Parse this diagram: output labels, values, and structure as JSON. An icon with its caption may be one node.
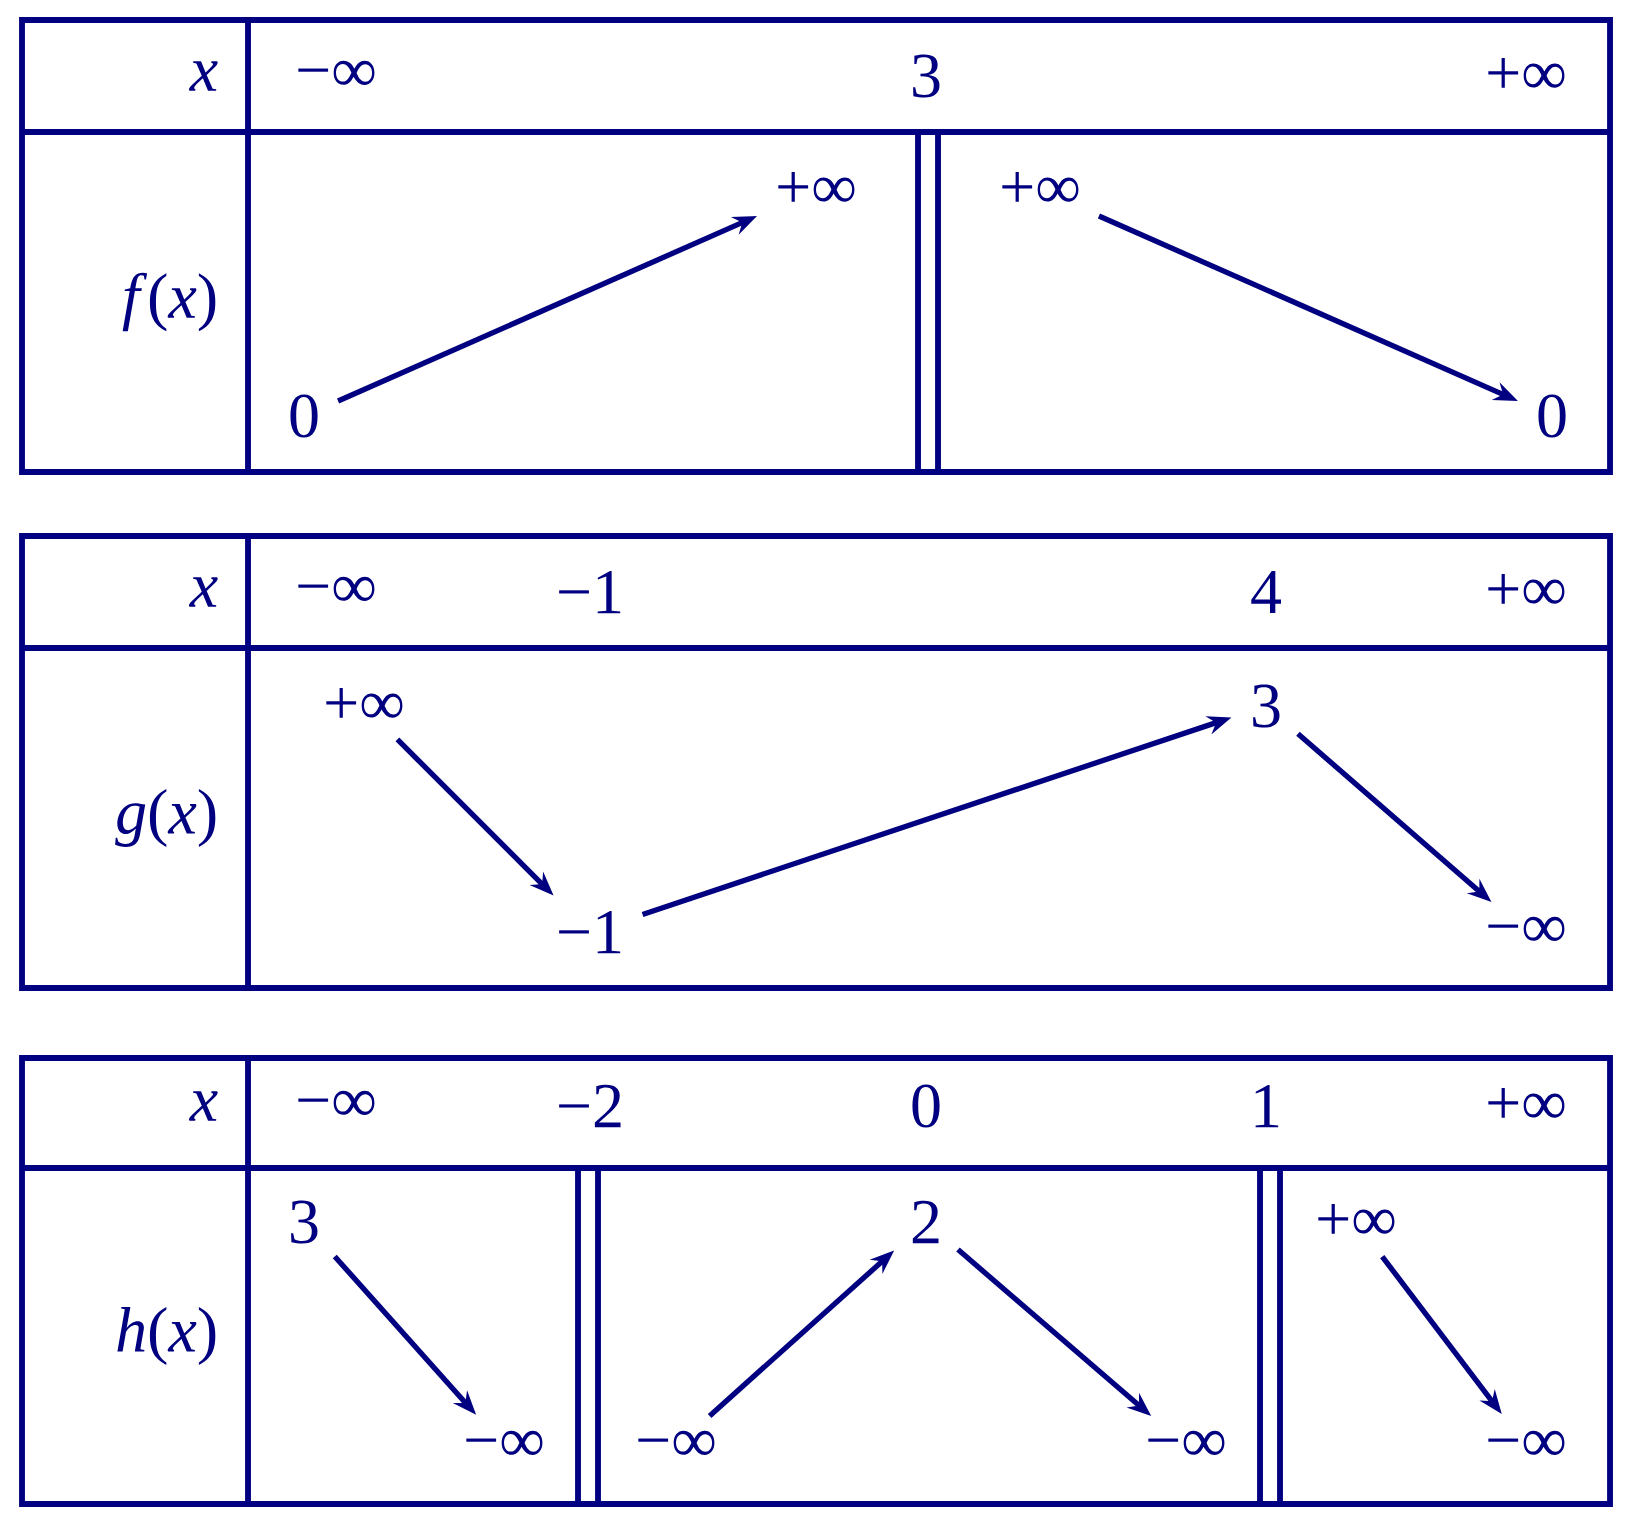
{
  "diagram": {
    "nodes": [
      {
        "text": [
          "0"
        ]
      },
      {
        "text": [
          "+∞"
        ]
      },
      {
        "text": [
          "+∞"
        ]
      },
      {
        "text": [
          "0"
        ]
      },
      {
        "text": [
          "+∞"
        ]
      },
      {
        "text": [
          "−1"
        ]
      },
      {
        "text": [
          "3"
        ]
      },
      {
        "text": [
          "−∞"
        ]
      },
      {
        "text": [
          "3"
        ]
      },
      {
        "text": [
          "−∞"
        ]
      },
      {
        "text": [
          "−∞"
        ]
      },
      {
        "text": [
          "2"
        ]
      },
      {
        "text": [
          "−∞"
        ]
      },
      {
        "text": [
          "+∞"
        ]
      },
      {
        "text": [
          "−∞"
        ]
      }
    ],
    "edges": [
      {
        "from": 0,
        "to": 1,
        "arrow": "to"
      },
      {
        "from": 2,
        "to": 3,
        "arrow": "to"
      },
      {
        "from": 4,
        "to": 5,
        "arrow": "to"
      },
      {
        "from": 5,
        "to": 6,
        "arrow": "to"
      },
      {
        "from": 6,
        "to": 7,
        "arrow": "to"
      },
      {
        "from": 8,
        "to": 9,
        "arrow": "to"
      },
      {
        "from": 10,
        "to": 11,
        "arrow": "to"
      },
      {
        "from": 11,
        "to": 12,
        "arrow": "to"
      },
      {
        "from": 13,
        "to": 14,
        "arrow": "to"
      }
    ],
    "labels": [
      "x",
      "−∞",
      "3",
      "+∞",
      "*f*(*x*)",
      "x",
      "−∞",
      "−1",
      "4",
      "+∞",
      "*g*(*x*)",
      "x",
      "−∞",
      "−2",
      "0",
      "1",
      "+∞",
      "*h*(*x*)"
    ]
  }
}
